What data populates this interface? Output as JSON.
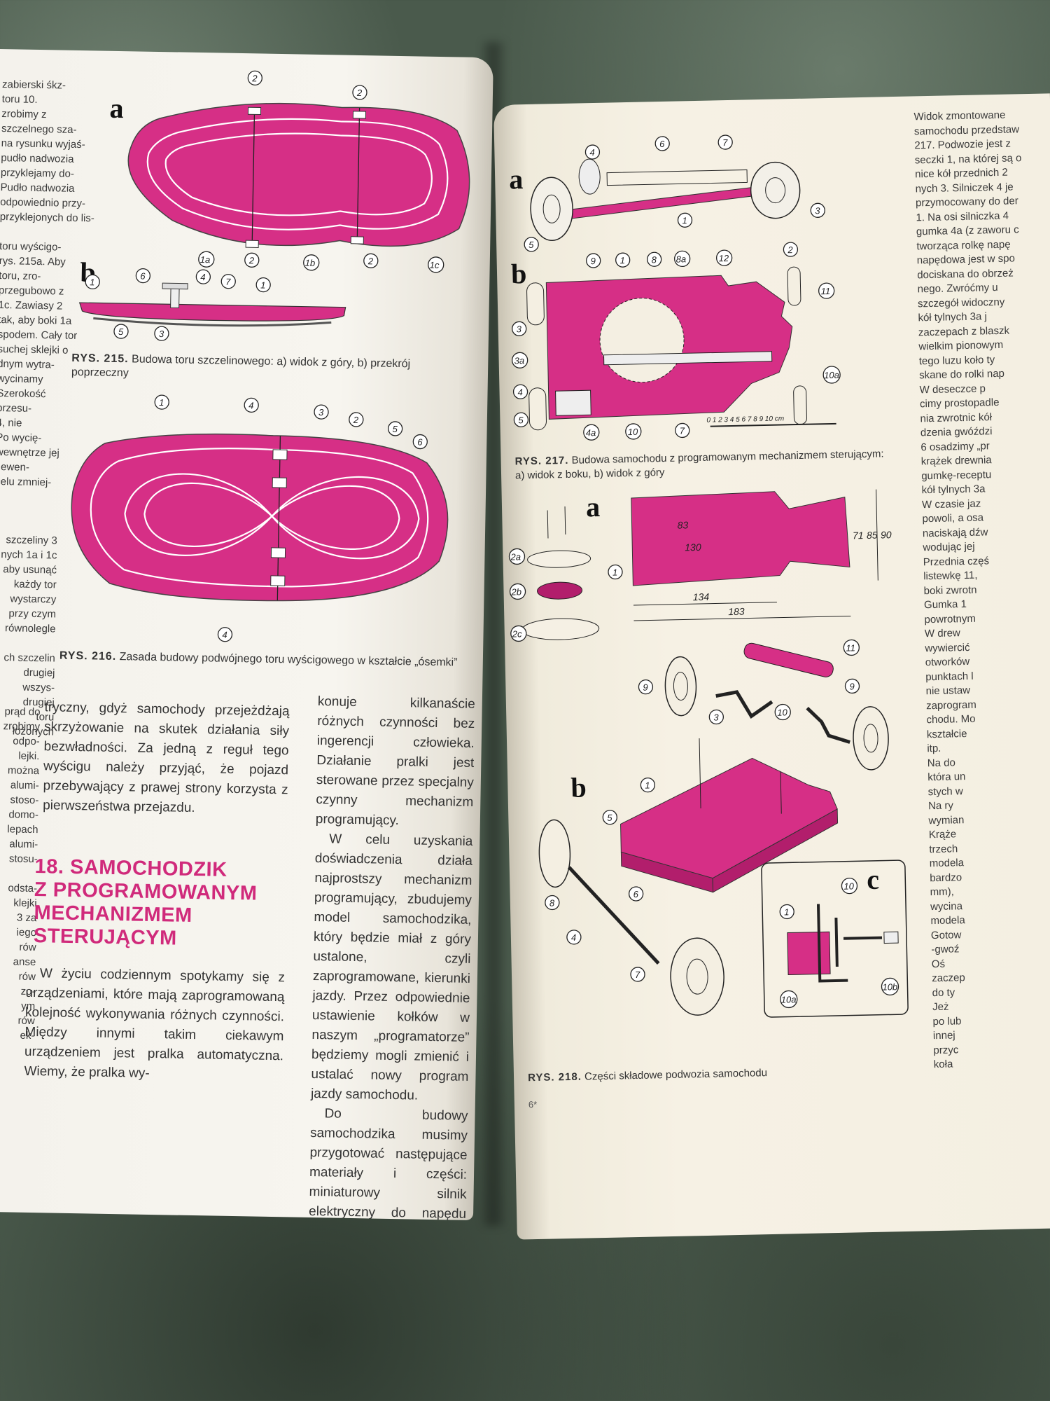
{
  "left_page": {
    "fragments_top": [
      "zabierski śkz-",
      "toru 10.",
      "zrobimy z",
      "szczelnego sza-",
      "na rysunku wyjaś-",
      "pudło nadwozia",
      "przyklejamy do-",
      "Pudło nadwozia",
      "odpowiednio przy-",
      "przyklejonych do lis-",
      "",
      "toru wyścigo-",
      "rys. 215a. Aby",
      "toru, zro-",
      "przegubowo z",
      "1c. Zawiasy 2",
      "tak, aby boki 1a",
      "spodem. Cały tor",
      "suchej sklejki o",
      "dnym wytra-",
      "wycinamy",
      "Szerokość",
      "przesu-",
      "4, nie",
      "Po wycię-",
      "wewnętrze jej",
      "i ewen-",
      "celu zmniej-"
    ],
    "fragments_mid": [
      "szczeliny 3",
      "nych 1a i 1c",
      ", aby usunąć",
      "każdy tor",
      "wystarczy",
      "przy czym",
      "równolegle",
      "",
      "ch szczelin",
      "drugiej",
      "wszys-",
      "drugiej",
      "toru",
      "łożonych"
    ],
    "fragments_bottom": [
      "prąd do",
      "zrobimy",
      "odpo-",
      "lejki.",
      "można",
      "alumi-",
      "stoso-",
      "domo-",
      "lepach",
      "alumi-",
      "stosu-",
      "",
      "odsta-",
      "klejki",
      "3 za",
      "iego",
      "rów",
      "anse",
      "rów",
      "zo-",
      "ym",
      "rów",
      "ek-"
    ],
    "fig215_caption_label": "RYS. 215.",
    "fig215_caption": "Budowa toru szczelinowego: a) widok z góry, b) przekrój",
    "fig215_caption_2": "poprzeczny",
    "fig216_caption_label": "RYS. 216.",
    "fig216_caption": "Zasada budowy podwójnego toru wyścigowego w kształcie „ósemki”",
    "col1_text": "tryczny, gdyż samochody przejeżdżają skrzyżowanie na skutek działania siły bezwładności. Za jedną z reguł tego wyścigu należy przyjąć, że pojazd przebywający z prawej strony korzysta z pierwszeństwa przejazdu.",
    "heading_number": "18.",
    "heading_lines": [
      "SAMOCHODZIK",
      "Z PROGRAMOWANYM",
      "MECHANIZMEM",
      "STERUJĄCYM"
    ],
    "col1_text_2": "W życiu codziennym spotykamy się z urządzeniami, które mają zaprogramowaną kolejność wykonywania różnych czynności. Między innymi takim ciekawym urządzeniem jest pralka automatyczna. Wiemy, że pralka wy-",
    "col2_text": "konuje kilkanaście różnych czynności bez ingerencji człowieka. Działanie pralki jest sterowane przez specjalny czynny mechanizm programujący.",
    "col2_text_2": "W celu uzyskania doświadczenia działa najprostszy mechanizm programujący, zbudujemy model samochodzika, który będzie miał z góry ustalone, czyli zaprogramowane, kierunki jazdy. Przez odpowiednie ustawienie kołków w naszym „programatorze” będziemy mogli zmienić i ustalać nowy program jazdy samochodu.",
    "col2_text_3": "Do budowy samochodzika musimy przygotować następujące materiały i części: miniaturowy silnik elektryczny do napędu zabawek, deseczkę z drewna liściastego o grubości około 10 mm, cztery kółka o średnicy około 40 mm, kawałki blaszek i drut stalowy, dwie szprychy rowerowe."
  },
  "right_page": {
    "fig217_caption_label": "RYS. 217.",
    "fig217_caption": "Budowa samochodu z programowanym mechanizmem sterującym:",
    "fig217_caption_2": "a) widok z boku, b) widok z góry",
    "fig218_caption_label": "RYS. 218.",
    "fig218_caption": "Części składowe podwozia samochodu",
    "scale_label": "0 1 2 3 4 5 6 7 8 9 10 cm",
    "dims": {
      "d83": "83",
      "d130": "130",
      "d134": "134",
      "d183": "183",
      "d71": "71",
      "d85": "85",
      "d90": "90"
    },
    "fragments": [
      "Widok zmontowane",
      "samochodu przedstaw",
      "217. Podwozie jest z",
      "seczki 1, na której są o",
      "nice kół przednich 2",
      "nych 3. Silniczek 4 je",
      "przymocowany do der",
      "1. Na osi silniczka 4",
      "gumka 4a (z zaworu c",
      "tworząca rolkę napę",
      "napędowa jest w spo",
      "dociskana do obrzeż",
      "nego. Zwróćmy u",
      "szczegół widoczny",
      "kół tylnych 3a j",
      "zaczepach z blaszk",
      "wielkim pionowym",
      "tego luzu koło ty",
      "skane do rolki nap",
      "W deseczce p",
      "cimy prostopadle",
      "nia zwrotnic kół",
      "dzenia gwóździ",
      "6 osadzimy „pr",
      "krążek drewnia",
      "gumkę-receptu",
      "kół tylnych 3a",
      "W czasie jaz",
      "powoli, a osa",
      "naciskają dźw",
      "wodując jej",
      "Przednia częś",
      "listewkę 11,",
      "boki zwrotn",
      "Gumka 1",
      "powrotnym",
      "W drew",
      "wywiercić",
      "otworków",
      "punktach l",
      "nie ustaw",
      "zaprogram",
      "chodu. Mo",
      "kształcie",
      "itp.",
      "Na do",
      "która un",
      "stych w",
      "Na ry",
      "wymian",
      "Krąże",
      "trzech",
      "modela",
      "bardzo",
      "mm),",
      "wycina",
      "modela",
      "Gotow",
      "-gwoź",
      "Oś",
      "zaczep",
      "do ty",
      "Jeż",
      "po lub",
      "innej",
      "przyc",
      "koła"
    ],
    "page_number": "6*"
  },
  "figures": {
    "fig215": {
      "letter_a": "a",
      "letter_b": "b"
    },
    "fig217": {
      "letter_a": "a",
      "letter_b": "b"
    },
    "fig218": {
      "letter_a": "a",
      "letter_b": "b",
      "letter_c": "c"
    }
  },
  "colors": {
    "accent": "#d62f86",
    "paper": "#f6f3ec",
    "ink": "#2a2a2a"
  }
}
